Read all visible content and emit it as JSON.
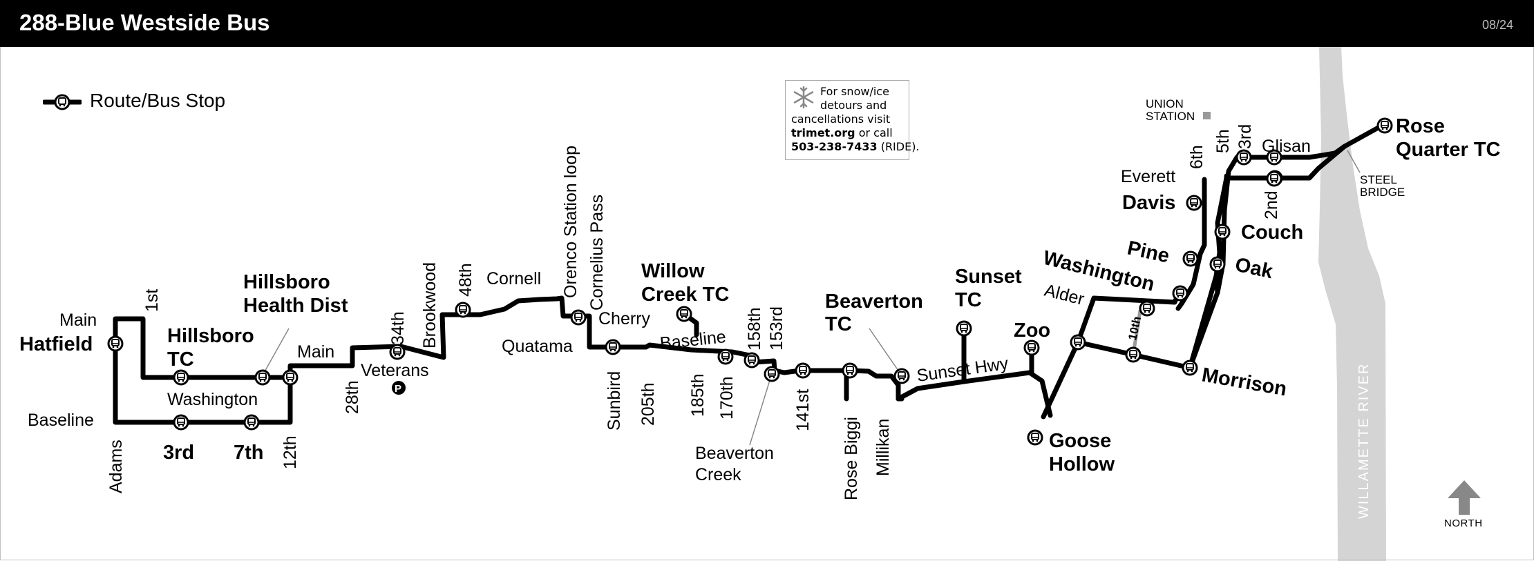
{
  "header": {
    "title": "288-Blue Westside Bus",
    "date": "08/24"
  },
  "legend": {
    "label": "Route/Bus Stop"
  },
  "notice": {
    "line1": "For snow/ice",
    "line2": "detours and",
    "line3": "cancellations visit",
    "site": "trimet.org",
    "line4_tail": " or call",
    "phone": "503-238-7433",
    "line5_tail": " (RIDE)."
  },
  "river": {
    "label": "WILLAMETTE RIVER"
  },
  "north": {
    "label": "NORTH"
  },
  "colors": {
    "header_bg": "#000000",
    "route": "#000000",
    "river": "#d4d4d4",
    "connector": "#9a9a9a"
  },
  "map_labels": {
    "main_west": "Main",
    "first": "1st",
    "hatfield": "Hatfield",
    "hillsboro_tc_1": "Hillsboro",
    "hillsboro_tc_2": "TC",
    "hhd_1": "Hillsboro",
    "hhd_2": "Health Dist",
    "washington_hb": "Washington",
    "baseline_west": "Baseline",
    "adams": "Adams",
    "third_hb": "3rd",
    "seventh_hb": "7th",
    "twelfth": "12th",
    "main_east": "Main",
    "twentyeighth": "28th",
    "thirtyfourth": "34th",
    "veterans": "Veterans",
    "park_ride": "P",
    "brookwood": "Brookwood",
    "fortyeighth": "48th",
    "cornell": "Cornell",
    "orenco": "Orenco Station loop",
    "cornelius": "Cornelius Pass",
    "cherry": "Cherry",
    "quatama": "Quatama",
    "sunbird": "Sunbird",
    "twohundredfifth": "205th",
    "willow_1": "Willow",
    "willow_2": "Creek TC",
    "baseline_east": "Baseline",
    "oneeightyfifth": "185th",
    "oneseventieth": "170th",
    "onefiftyeighth": "158th",
    "onefiftythird": "153rd",
    "beaverton_creek_1": "Beaverton",
    "beaverton_creek_2": "Creek",
    "onefortyfirst": "141st",
    "rose_biggi": "Rose Biggi",
    "millikan": "Millikan",
    "beaverton_tc_1": "Beaverton",
    "beaverton_tc_2": "TC",
    "sunset_tc_1": "Sunset",
    "sunset_tc_2": "TC",
    "sunset_hwy": "Sunset Hwy",
    "zoo": "Zoo",
    "goose_1": "Goose",
    "goose_2": "Hollow",
    "washington_pdx": "Washington",
    "alder": "Alder",
    "tenth": "10th",
    "pine": "Pine",
    "davis": "Davis",
    "everett": "Everett",
    "sixth": "6th",
    "fifth": "5th",
    "third_pdx": "3rd",
    "second": "2nd",
    "glisan": "Glisan",
    "union_1": "UNION",
    "union_2": "STATION",
    "couch": "Couch",
    "oak": "Oak",
    "morrison": "Morrison",
    "rose_quarter_1": "Rose",
    "rose_quarter_2": "Quarter TC",
    "steel_1": "STEEL",
    "steel_2": "BRIDGE"
  }
}
